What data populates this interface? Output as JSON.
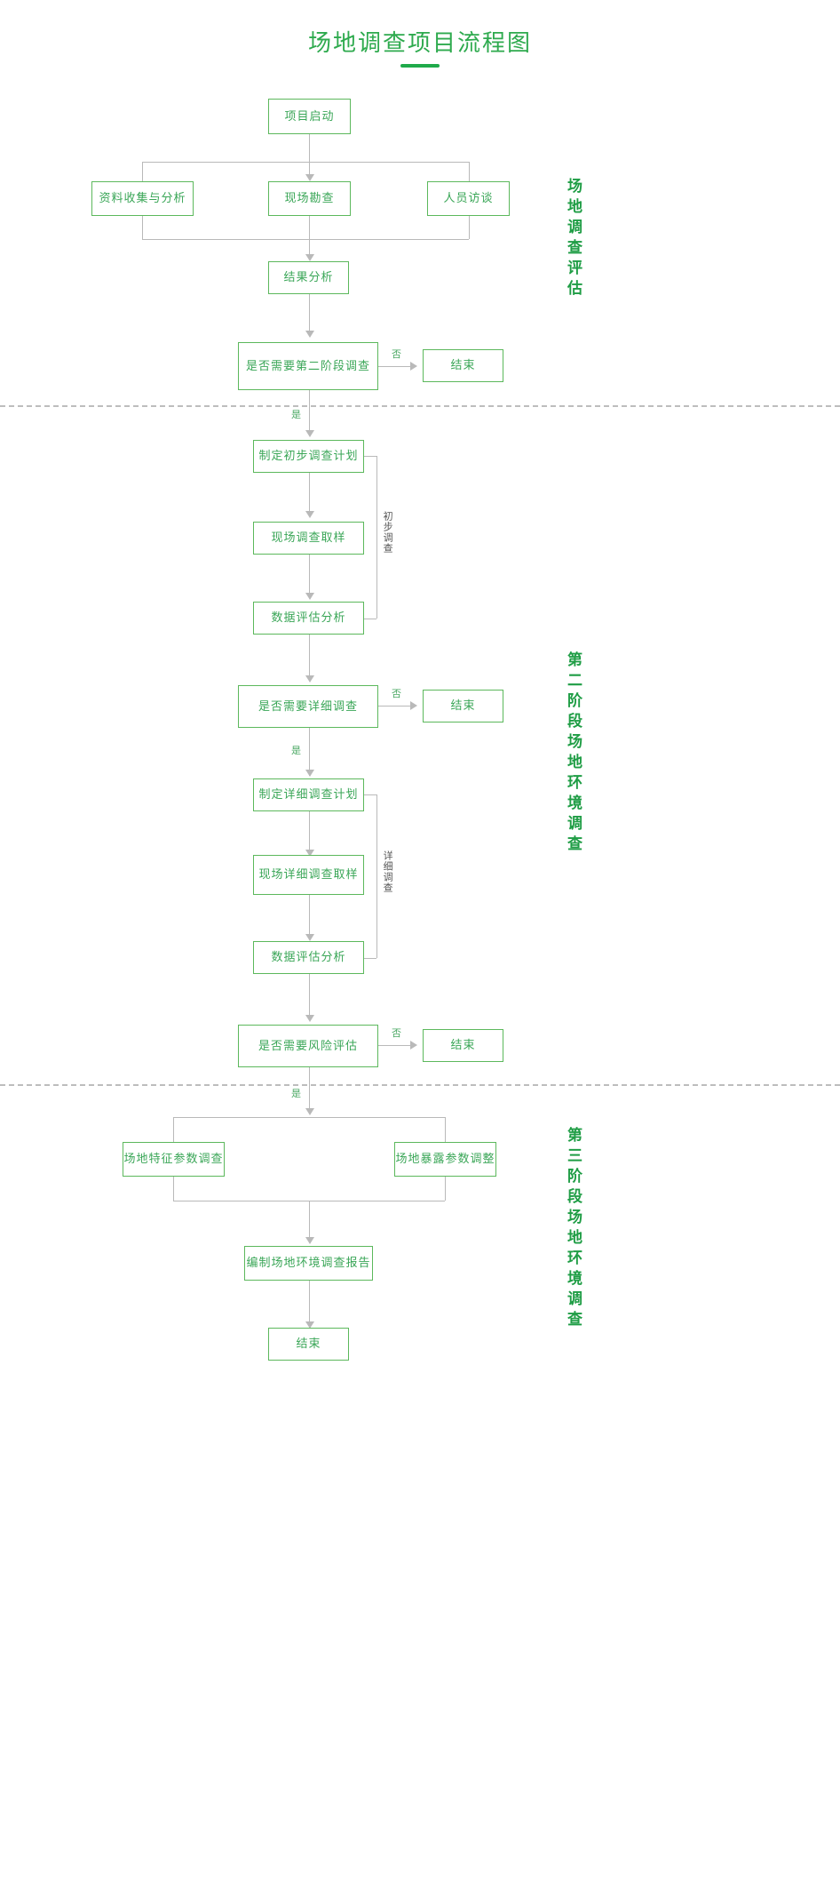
{
  "page": {
    "title": "场地调查项目流程图",
    "accent_color": "#1f9d45",
    "box_border_color": "#5cb85c",
    "box_text_color": "#3aa657",
    "connector_color": "#b9b9b9"
  },
  "stage_labels": [
    {
      "id": "stage-1",
      "text": "场地调查评估"
    },
    {
      "id": "stage-2",
      "text": "第二阶段场地环境调查"
    },
    {
      "id": "stage-3",
      "text": "第三阶段场地环境调查"
    }
  ],
  "edge_labels": {
    "no_1": "否",
    "yes_1": "是",
    "no_2": "否",
    "yes_2": "是",
    "no_3": "否",
    "yes_3": "是"
  },
  "bracket_labels": [
    {
      "id": "preliminary",
      "text": "初步调查"
    },
    {
      "id": "detailed",
      "text": "详细调查"
    }
  ],
  "nodes": {
    "project_start": "项目启动",
    "data_collection": "资料收集与分析",
    "site_survey": "现场勘查",
    "interviews": "人员访谈",
    "result_analysis": "结果分析",
    "decision_phase2": "是否需要第二阶段调查",
    "end_1": "结束",
    "plan_preliminary": "制定初步调查计划",
    "sampling_preliminary": "现场调查取样",
    "data_eval_1": "数据评估分析",
    "decision_detailed": "是否需要详细调查",
    "end_2": "结束",
    "plan_detailed": "制定详细调查计划",
    "sampling_detailed": "现场详细调查取样",
    "data_eval_2": "数据评估分析",
    "decision_risk": "是否需要风险评估",
    "end_3": "结束",
    "site_feature_params": "场地特征参数调查",
    "site_exposure_params": "场地暴露参数调整",
    "compile_report": "编制场地环境调查报告",
    "end_final": "结束"
  }
}
